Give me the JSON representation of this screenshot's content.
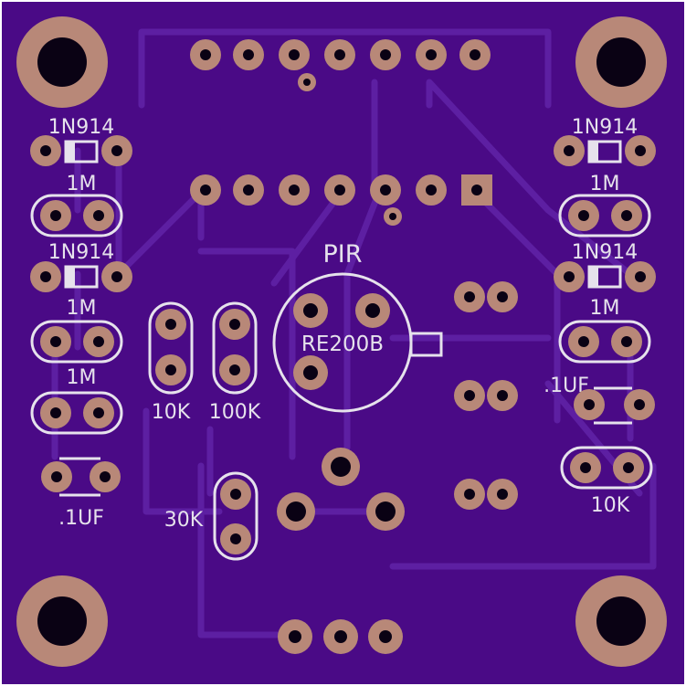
{
  "colors": {
    "board": "#4a0a86",
    "trace": "#5d1fa2",
    "silk": "#e6e2ec",
    "copper": "#b88878",
    "hole": "#0a0214",
    "outline": "#ffffff"
  },
  "labels": {
    "d1": "1N914",
    "r1": "1M",
    "d2": "1N914",
    "r2": "1M",
    "r3": "1M",
    "c1": ".1UF",
    "r10k_left": "10K",
    "r100k": "100K",
    "r30k": "30K",
    "pir_title": "PIR",
    "pir_part": "RE200B",
    "d3": "1N914",
    "r4": "1M",
    "d4": "1N914",
    "r5": "1M",
    "c2": ".1UF",
    "r10k_right": "10K"
  }
}
